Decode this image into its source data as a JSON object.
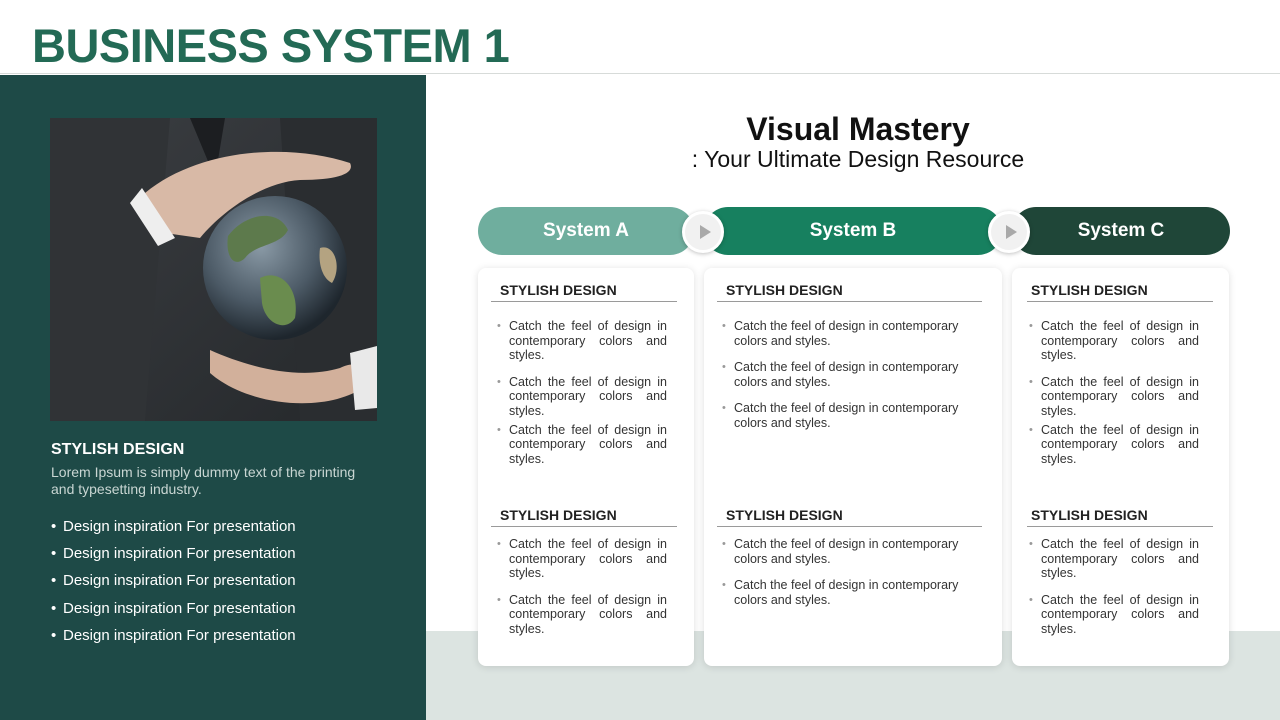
{
  "header": {
    "title": "BUSINESS SYSTEM 1"
  },
  "left_panel": {
    "heading": "STYLISH DESIGN",
    "description": "Lorem Ipsum is simply dummy text of the printing and typesetting industry.",
    "list": [
      "Design inspiration For presentation",
      "Design inspiration For presentation",
      "Design inspiration For presentation",
      "Design inspiration For presentation",
      "Design inspiration For presentation"
    ]
  },
  "main": {
    "title": "Visual Mastery",
    "subtitle": ": Your Ultimate Design Resource"
  },
  "systems": [
    {
      "label": "System A",
      "color": "#6fae9e"
    },
    {
      "label": "System B",
      "color": "#17805f"
    },
    {
      "label": "System C",
      "color": "#1f4638"
    }
  ],
  "cards": {
    "a": {
      "sections": [
        {
          "heading": "STYLISH DESIGN",
          "bullets": [
            "Catch the feel of design in contemporary colors and styles.",
            "Catch the feel of design in contemporary colors and styles.",
            "Catch the feel of design in contemporary colors and styles."
          ]
        },
        {
          "heading": "STYLISH DESIGN",
          "bullets": [
            "Catch the feel of design in contemporary colors and styles.",
            "Catch the feel of design in contemporary colors and styles."
          ]
        }
      ]
    },
    "b": {
      "sections": [
        {
          "heading": "STYLISH DESIGN",
          "bullets": [
            "Catch the feel of design in contemporary colors and styles.",
            "Catch the feel of design in contemporary colors and styles.",
            "Catch the feel of design in contemporary colors and styles."
          ]
        },
        {
          "heading": "STYLISH DESIGN",
          "bullets": [
            "Catch the feel of design in contemporary colors and styles.",
            "Catch the feel of design in contemporary colors and styles."
          ]
        }
      ]
    },
    "c": {
      "sections": [
        {
          "heading": "STYLISH DESIGN",
          "bullets": [
            "Catch the feel of design in contemporary colors and styles.",
            "Catch the feel of design in contemporary colors and styles.",
            "Catch the feel of design in contemporary colors and styles."
          ]
        },
        {
          "heading": "STYLISH DESIGN",
          "bullets": [
            "Catch the feel of design in contemporary colors and styles.",
            "Catch the feel of design in contemporary colors and styles."
          ]
        }
      ]
    }
  },
  "icons": {
    "arrow": "play-arrow-icon"
  }
}
